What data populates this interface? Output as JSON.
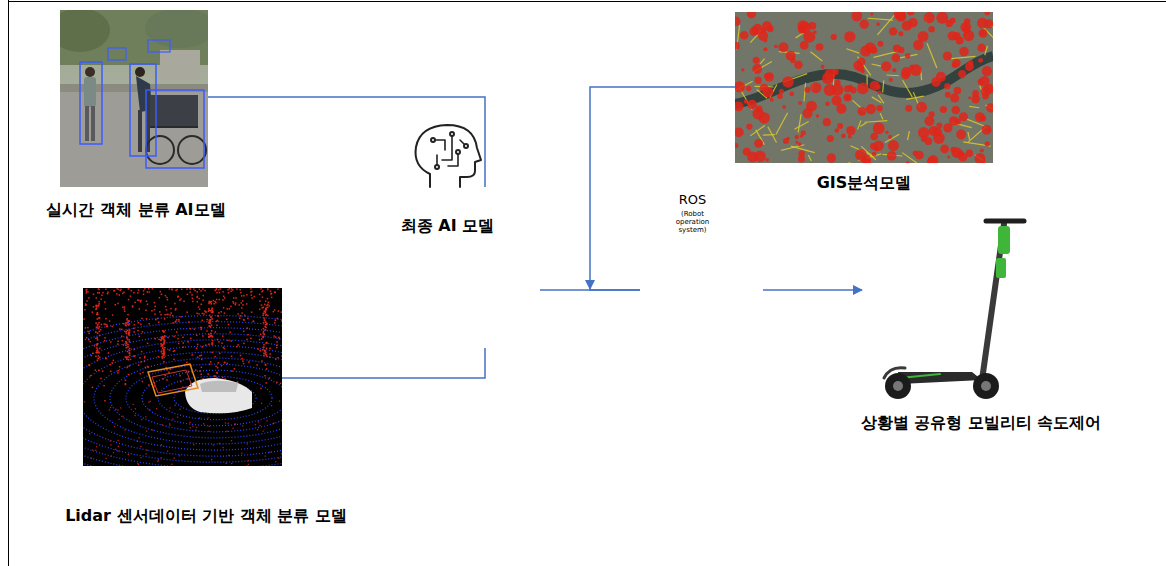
{
  "diagram": {
    "nodes": [
      {
        "text": [
          "실시간 객체 분류 AI모델"
        ]
      },
      {
        "text": [
          "최종 AI 모델"
        ]
      },
      {
        "text": [
          "Lidar 센서데이터 기반 객체 분류 모델"
        ]
      },
      {
        "text": [
          "GIS분석모델"
        ]
      },
      {
        "text": [
          "ROS",
          "(Robot operation system)"
        ]
      },
      {
        "text": [
          "상황별 공유형 모빌리티 속도제어"
        ]
      }
    ],
    "edges": [
      {
        "from": 0,
        "to": 1,
        "arrow": "none"
      },
      {
        "from": 2,
        "to": 1,
        "arrow": "none"
      },
      {
        "from": 1,
        "to": 4,
        "arrow": "none"
      },
      {
        "from": 3,
        "to": 4,
        "arrow": "to"
      },
      {
        "from": 4,
        "to": 5,
        "arrow": "to"
      }
    ]
  }
}
